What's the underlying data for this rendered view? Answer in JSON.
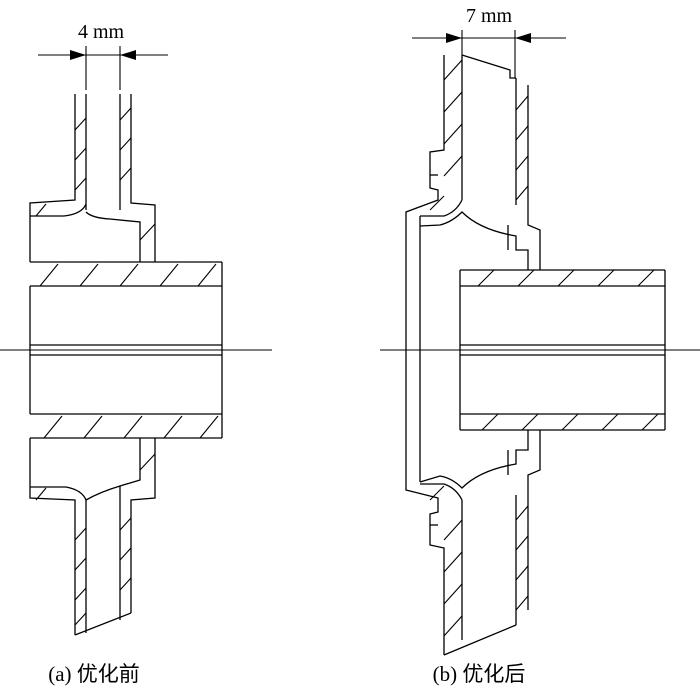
{
  "figure_a": {
    "dimension_label": "4 mm",
    "caption": "(a) 优化前"
  },
  "figure_b": {
    "dimension_label": "7 mm",
    "caption": "(b) 优化后"
  }
}
